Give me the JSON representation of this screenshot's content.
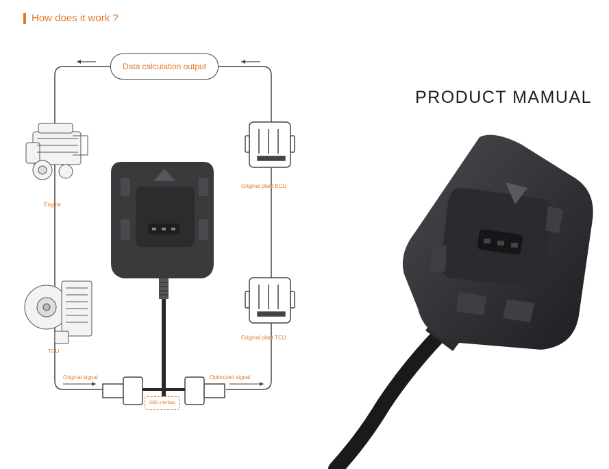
{
  "header": {
    "title": "How does it work ?"
  },
  "diagram": {
    "data_output_label": "Data calculation output",
    "engine_label": "Engine",
    "tcu_label": "TCU",
    "ecu_label": "Original plant ECU",
    "plant_tcu_label": "Original plant TCU",
    "original_signal_label": "Original signal",
    "optimized_signal_label": "Optimized signal",
    "obd_label": "OBD interface"
  },
  "product": {
    "title": "PRODUCT MAMUAL"
  },
  "colors": {
    "accent": "#e07a2b",
    "device": "#3a3a3c",
    "device_dark": "#26262a",
    "line": "#444444"
  }
}
